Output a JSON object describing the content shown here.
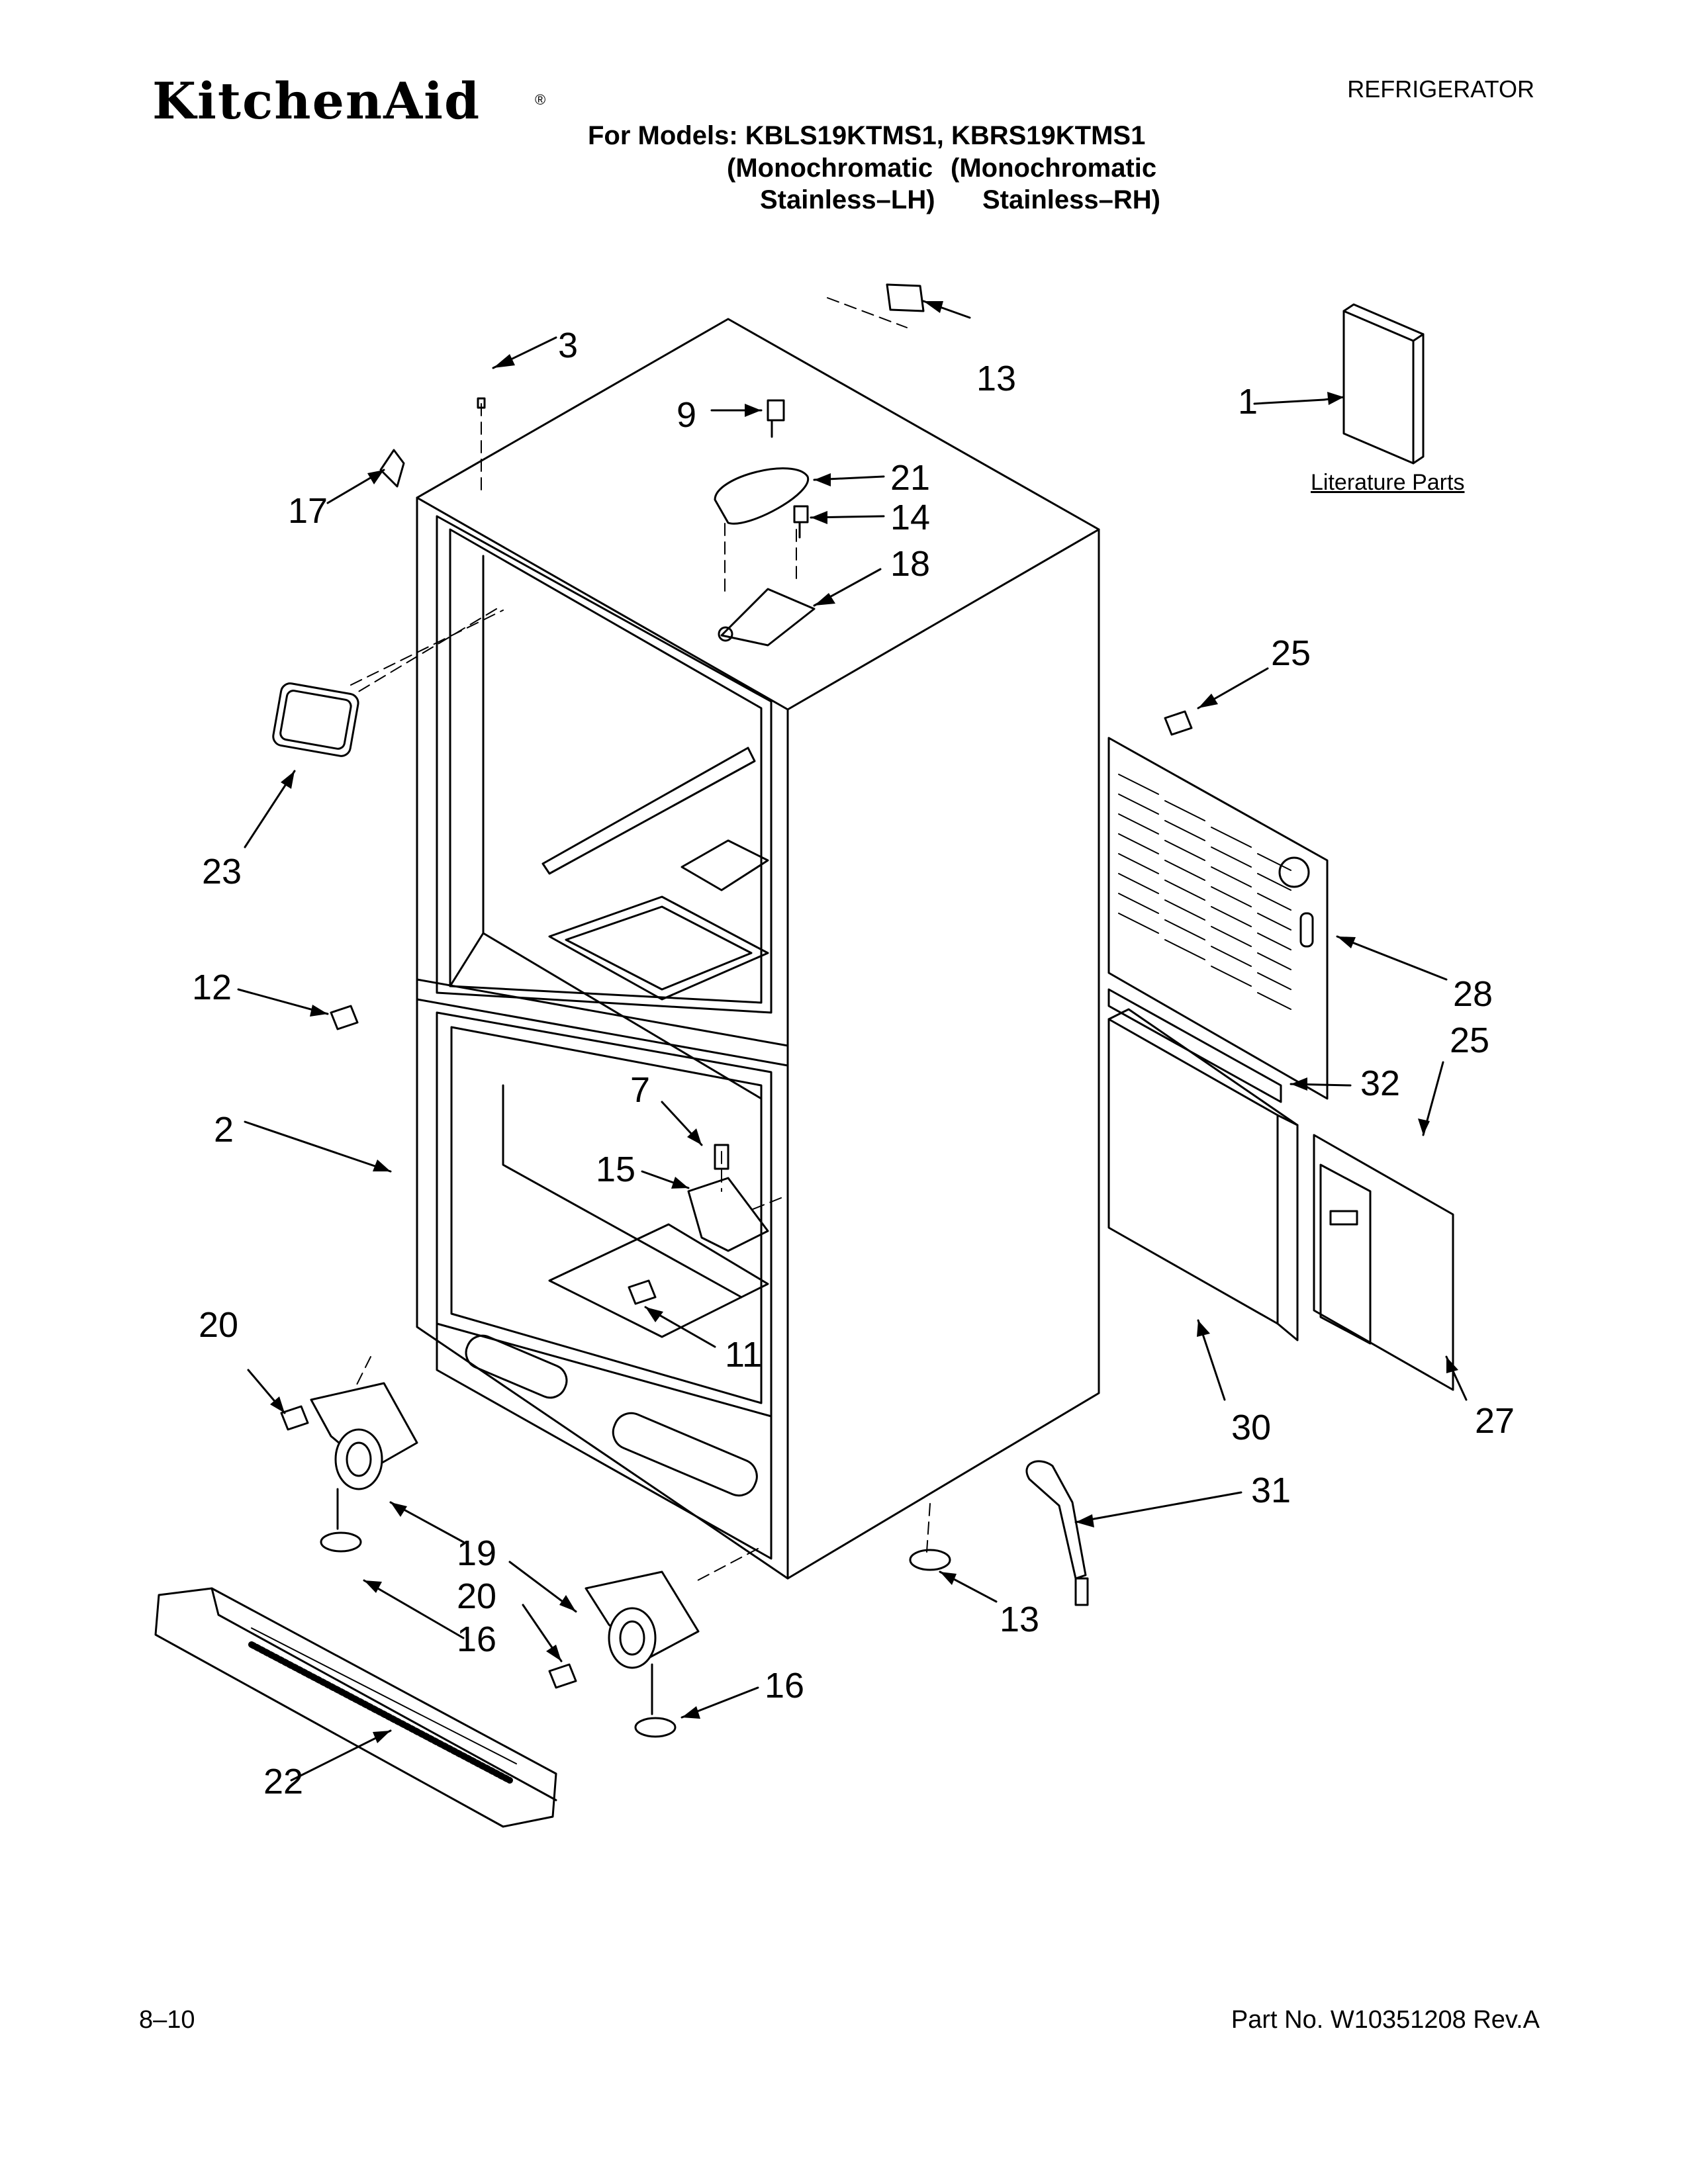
{
  "header": {
    "brand": "KitchenAid",
    "brand_mark": "®",
    "category": "REFRIGERATOR",
    "models_line": "For Models: KBLS19KTMS1, KBRS19KTMS1",
    "model1_finish_a": "(Monochromatic",
    "model1_finish_b": "Stainless–LH)",
    "model2_finish_a": "(Monochromatic",
    "model2_finish_b": "Stainless–RH)"
  },
  "literature_label": "Literature Parts",
  "callouts": {
    "c1": "1",
    "c2": "2",
    "c3": "3",
    "c7": "7",
    "c9": "9",
    "c11": "11",
    "c12": "12",
    "c13a": "13",
    "c13b": "13",
    "c14": "14",
    "c15": "15",
    "c16a": "16",
    "c16b": "16",
    "c17": "17",
    "c18": "18",
    "c19": "19",
    "c20a": "20",
    "c20b": "20",
    "c21": "21",
    "c22": "22",
    "c23": "23",
    "c25a": "25",
    "c25b": "25",
    "c27": "27",
    "c28": "28",
    "c30": "30",
    "c31": "31",
    "c32": "32"
  },
  "footer": {
    "date": "8–10",
    "part_no": "Part No. W10351208 Rev.A"
  }
}
